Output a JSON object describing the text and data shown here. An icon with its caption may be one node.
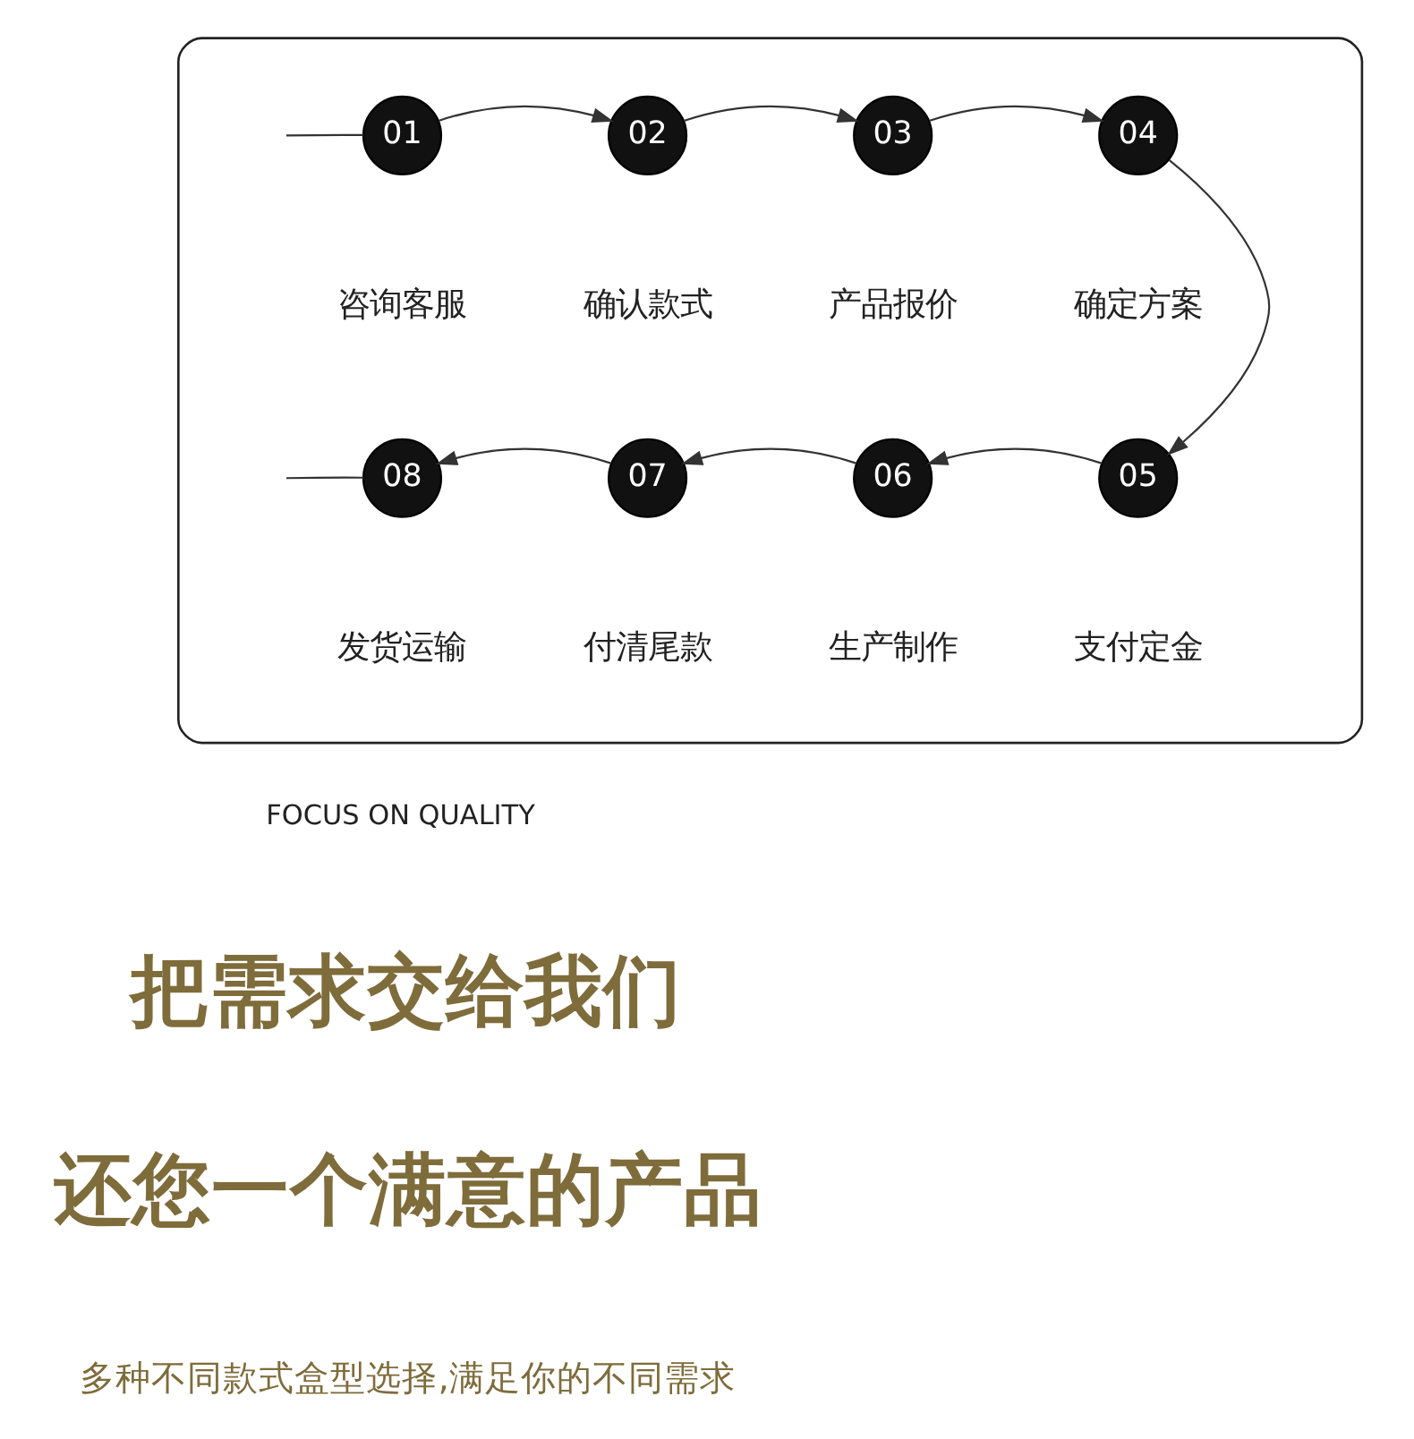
{
  "diagram": {
    "nodes": [
      {
        "text": [],
        "shape": "box"
      },
      {
        "text": [
          "01"
        ],
        "beside": [
          "咨询客服"
        ],
        "in": 0
      },
      {
        "text": [
          "02"
        ],
        "beside": [
          "确认款式"
        ],
        "in": 0
      },
      {
        "text": [
          "03"
        ],
        "beside": [
          "产品报价"
        ],
        "in": 0
      },
      {
        "text": [
          "04"
        ],
        "beside": [
          "确定方案"
        ],
        "in": 0
      },
      {
        "text": [
          "05"
        ],
        "beside": [
          "支付定金"
        ],
        "in": 0
      },
      {
        "text": [
          "06"
        ],
        "beside": [
          "生产制作"
        ],
        "in": 0
      },
      {
        "text": [
          "07"
        ],
        "beside": [
          "付清尾款"
        ],
        "in": 0
      },
      {
        "text": [
          "08"
        ],
        "beside": [
          "发货运输"
        ],
        "in": 0
      }
    ],
    "edges": [
      {
        "from": null,
        "to": 1,
        "arrow": "none"
      },
      {
        "from": 1,
        "to": 2,
        "arrow": "to"
      },
      {
        "from": 2,
        "to": 3,
        "arrow": "to"
      },
      {
        "from": 3,
        "to": 4,
        "arrow": "to"
      },
      {
        "from": 4,
        "to": 5,
        "arrow": "to"
      },
      {
        "from": 5,
        "to": 6,
        "arrow": "to"
      },
      {
        "from": 6,
        "to": 7,
        "arrow": "to"
      },
      {
        "from": 7,
        "to": 8,
        "arrow": "to"
      },
      {
        "from": 8,
        "to": null,
        "arrow": "none"
      }
    ],
    "labels": [
      "FOCUS ON QUALITY",
      "把需求交给我们",
      "还您一个满意的产品",
      "多种不同款式盒型选择,满足你的不同需求"
    ]
  }
}
